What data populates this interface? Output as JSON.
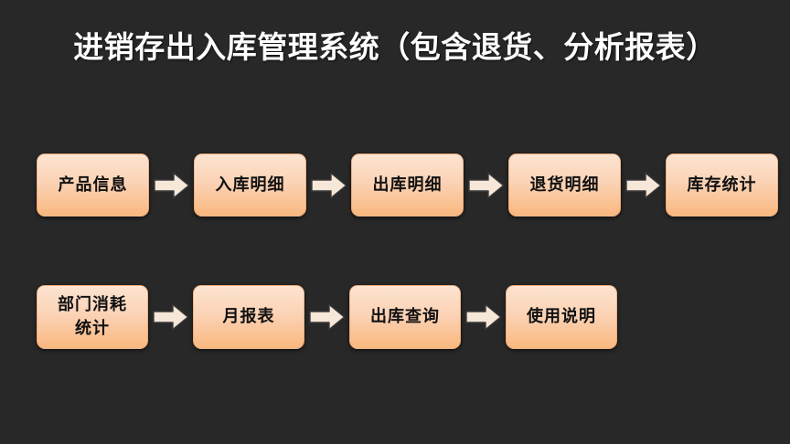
{
  "slide": {
    "background_color": "#282828",
    "title": "进销存出入库管理系统（包含退货、分析报表）"
  },
  "theme": {
    "box_fill_top": "#fde4d1",
    "box_fill_bottom": "#f9b87f",
    "box_text_color": "#111111",
    "arrow_fill": "#f6e7d9",
    "arrow_stroke": "#3a3a3a",
    "title_color": "#ffffff"
  },
  "flow": {
    "rows": [
      {
        "name": "row-1",
        "nodes": [
          {
            "lines": [
              "产品信息"
            ]
          },
          {
            "lines": [
              "入库明细"
            ]
          },
          {
            "lines": [
              "出库明细"
            ]
          },
          {
            "lines": [
              "退货明细"
            ]
          },
          {
            "lines": [
              "库存统计"
            ]
          }
        ],
        "arrows": [
          {
            "name": "arrow-right-icon",
            "direction": "right"
          },
          {
            "name": "arrow-right-icon",
            "direction": "right"
          },
          {
            "name": "arrow-right-icon",
            "direction": "right"
          },
          {
            "name": "arrow-right-icon",
            "direction": "right"
          }
        ]
      },
      {
        "name": "row-2",
        "nodes": [
          {
            "lines": [
              "部门消耗",
              "统计"
            ]
          },
          {
            "lines": [
              "月报表"
            ]
          },
          {
            "lines": [
              "出库查询"
            ]
          },
          {
            "lines": [
              "使用说明"
            ]
          }
        ],
        "arrows": [
          {
            "name": "arrow-right-icon",
            "direction": "right"
          },
          {
            "name": "arrow-right-icon",
            "direction": "right"
          },
          {
            "name": "arrow-right-icon",
            "direction": "right"
          }
        ]
      }
    ]
  }
}
